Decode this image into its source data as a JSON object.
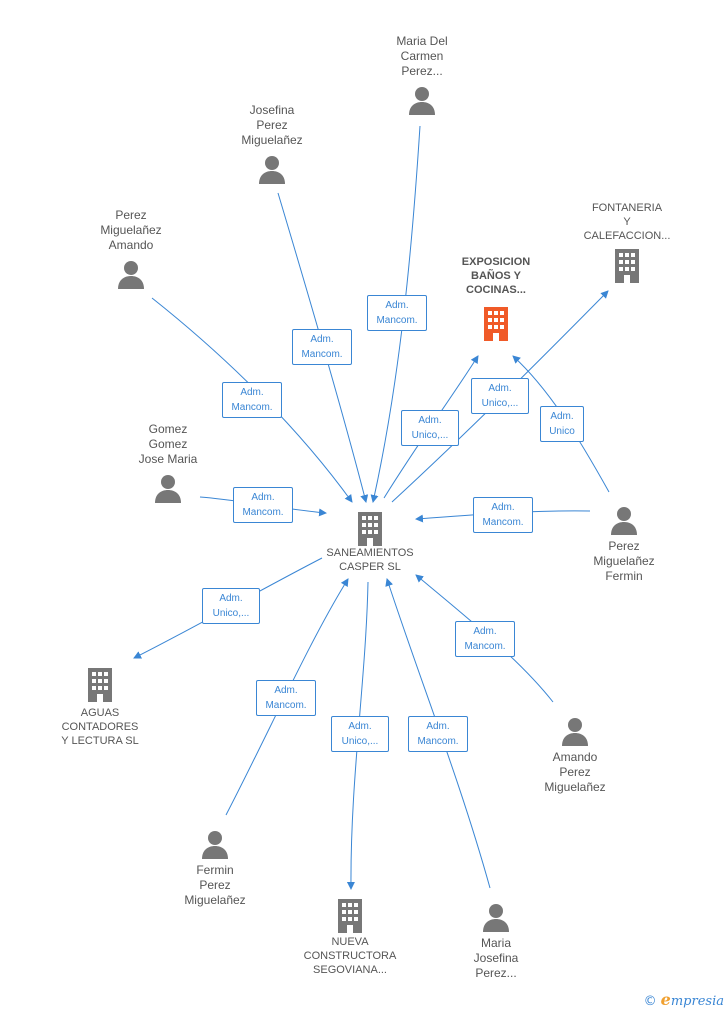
{
  "colors": {
    "edge": "#3a86d4",
    "person": "#777777",
    "company": "#777777",
    "highlight": "#f05a28"
  },
  "center": {
    "label": "SANEAMIENTOS\nCASPER SL",
    "icon": "building-icon"
  },
  "highlight_company": {
    "label": "EXPOSICION\nBAÑOS Y\nCOCINAS...",
    "icon": "building-icon"
  },
  "companies": {
    "fontaneria": {
      "label": "FONTANERIA\nY\nCALEFACCION...",
      "icon": "building-icon"
    },
    "aguas": {
      "label": "AGUAS\nCONTADORES\nY LECTURA  SL",
      "icon": "building-icon"
    },
    "nueva": {
      "label": "NUEVA\nCONSTRUCTORA\nSEGOVIANA...",
      "icon": "building-icon"
    }
  },
  "persons": {
    "maria_del_carmen": {
      "label": "Maria Del\nCarmen\nPerez...",
      "icon": "person-icon"
    },
    "josefina": {
      "label": "Josefina\nPerez\nMiguelañez",
      "icon": "person-icon"
    },
    "perez_amando": {
      "label": "Perez\nMiguelañez\nAmando",
      "icon": "person-icon"
    },
    "gomez": {
      "label": "Gomez\nGomez\nJose Maria",
      "icon": "person-icon"
    },
    "perez_fermin": {
      "label": "Perez\nMiguelañez\nFermin",
      "icon": "person-icon"
    },
    "amando_perez": {
      "label": "Amando\nPerez\nMiguelañez",
      "icon": "person-icon"
    },
    "fermin_perez": {
      "label": "Fermin\nPerez\nMiguelañez",
      "icon": "person-icon"
    },
    "maria_josefina": {
      "label": "Maria\nJosefina\nPerez...",
      "icon": "person-icon"
    }
  },
  "edge_labels": {
    "maria_del_carmen": "Adm.\nMancom.",
    "josefina": "Adm.\nMancom.",
    "perez_amando": "Adm.\nMancom.",
    "gomez": "Adm.\nMancom.",
    "perez_fermin": "Adm.\nMancom.",
    "amando_perez": "Adm.\nMancom.",
    "fermin_perez": "Adm.\nMancom.",
    "maria_josefina": "Adm.\nMancom.",
    "center_to_expo": "Adm.\nUnico,...",
    "center_to_fontaneria": "Adm.\nUnico,...",
    "fermin_to_expo": "Adm.\nUnico",
    "center_to_aguas": "Adm.\nUnico,...",
    "center_to_nueva": "Adm.\nUnico,..."
  },
  "footer": {
    "copyright": "©",
    "brand_initial": "e",
    "brand_rest": "mpresia"
  }
}
